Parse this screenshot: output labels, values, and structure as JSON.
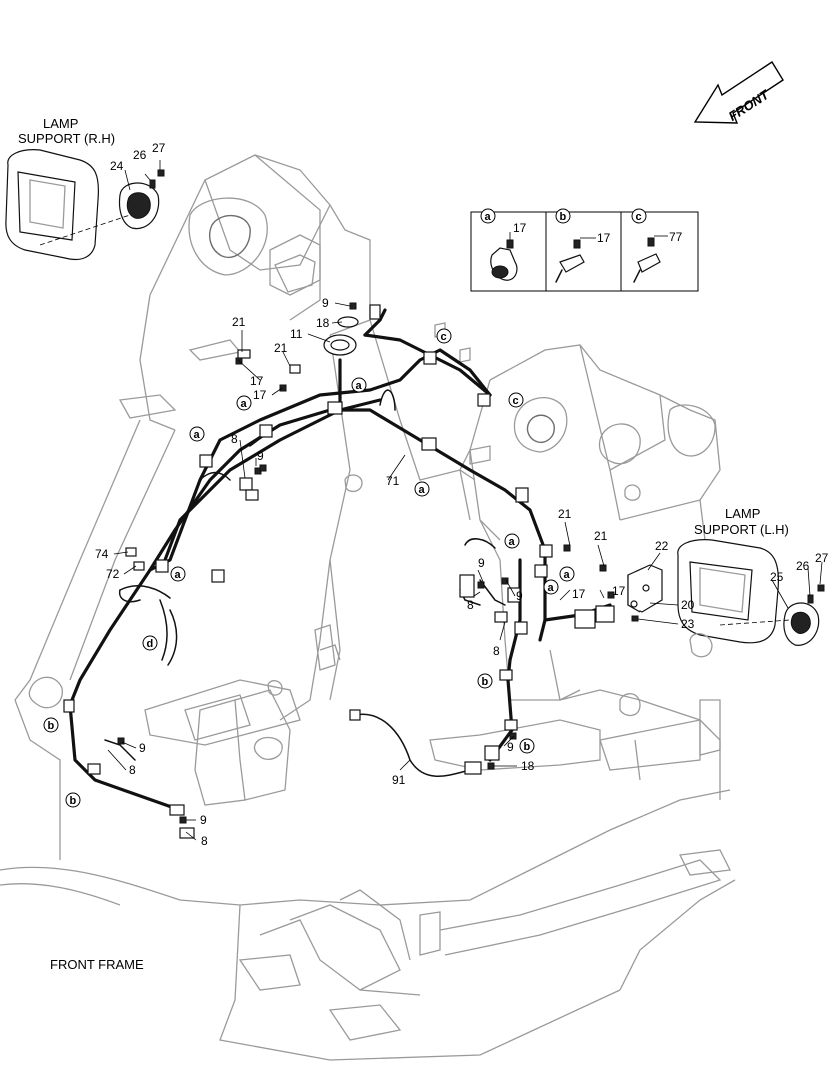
{
  "title_front_arrow": "FRONT",
  "lamp_support_rh": [
    "LAMP",
    "SUPPORT (R.H)"
  ],
  "lamp_support_lh": [
    "LAMP",
    "SUPPORT (L.H)"
  ],
  "front_frame": "FRONT FRAME",
  "detail_boxes": [
    {
      "marker": "a",
      "part": "17"
    },
    {
      "marker": "b",
      "part": "17"
    },
    {
      "marker": "c",
      "part": "77"
    }
  ],
  "callouts": {
    "rh_lamp": [
      "27",
      "26",
      "24"
    ],
    "lh_lamp": [
      "27",
      "26",
      "25"
    ],
    "lh_bracket": [
      "22",
      "17",
      "20",
      "23"
    ],
    "top": [
      "9",
      "18",
      "11",
      "21",
      "21",
      "17",
      "17",
      "8",
      "9"
    ],
    "left": [
      "74",
      "72",
      "9",
      "8",
      "9",
      "8"
    ],
    "center": [
      "71",
      "91",
      "9",
      "18",
      "21",
      "21",
      "17",
      "9",
      "9",
      "8",
      "8"
    ]
  },
  "circle_markers": {
    "a": "a",
    "b": "b",
    "c": "c",
    "d": "d"
  }
}
